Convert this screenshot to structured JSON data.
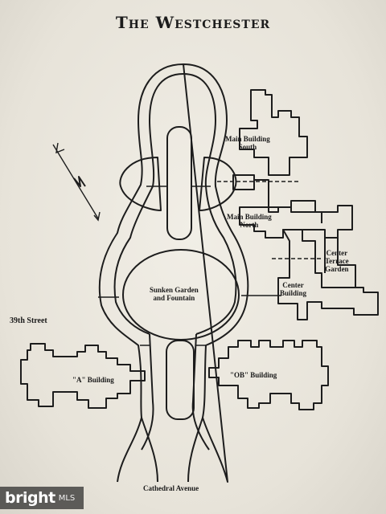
{
  "map": {
    "title": "The Westchester",
    "labels": {
      "main_building_south": [
        "Main Building",
        "South"
      ],
      "main_building_north": [
        "Main Building",
        "North"
      ],
      "center_terrace_garden": [
        "Center",
        "Terrace",
        "Garden"
      ],
      "center_building": [
        "Center",
        "Building"
      ],
      "sunken_garden": [
        "Sunken Garden",
        "and Fountain"
      ],
      "a_building": "\"A\" Building",
      "ob_building": "\"OB\" Building",
      "street_39th": "39th Street",
      "cathedral_avenue": "Cathedral Avenue"
    },
    "north_arrow_label": "N"
  },
  "watermark": {
    "brand": "bright",
    "sub": "MLS"
  },
  "colors": {
    "paper": "#ece9e0",
    "ink": "#1d1d1d",
    "watermark_bg": "#282828"
  }
}
